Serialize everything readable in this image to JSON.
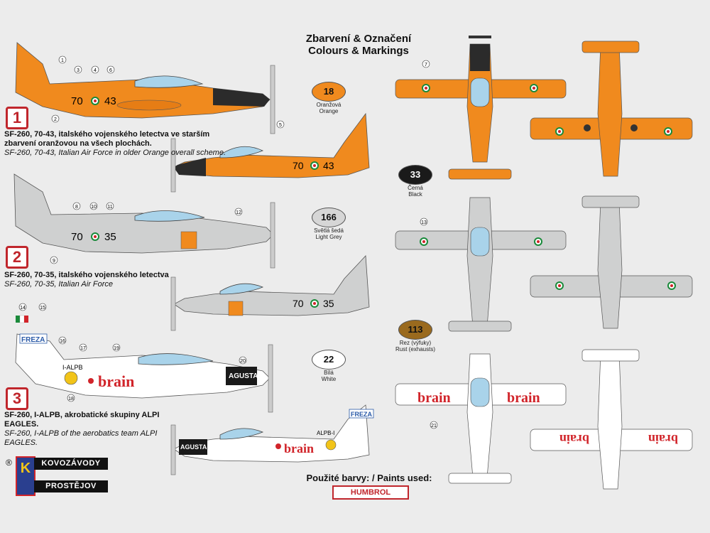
{
  "title": {
    "line1": "Zbarvení & Označení",
    "line2": "Colours & Markings"
  },
  "schemes": [
    {
      "num": "1",
      "cz": "SF-260, 70-43, italského vojenského letectva ve starším zbarvení oranžovou na všech plochách.",
      "en": "SF-260, 70-43, Italian Air Force in older Orange overall scheme.",
      "code_left": "70",
      "code_right": "43"
    },
    {
      "num": "2",
      "cz": "SF-260, 70-35, italského vojenského letectva",
      "en": "SF-260, 70-35, Italian Air Force",
      "code_left": "70",
      "code_right": "35"
    },
    {
      "num": "3",
      "cz": "SF-260, I-ALPB, akrobatické skupiny ALPI EAGLES.",
      "en": "SF-260, I-ALPB of the aerobatics team ALPI EAGLES.",
      "reg": "I-ALPB",
      "reg_mirror": "ALPB-I",
      "brain": "brain",
      "agusta": "AGUSTA",
      "freza": "FREZA"
    }
  ],
  "paints": [
    {
      "code": "18",
      "cz": "Oranžová",
      "en": "Orange",
      "color": "#f08a1e",
      "text": "#111"
    },
    {
      "code": "33",
      "cz": "Černá",
      "en": "Black",
      "color": "#1a1a1a",
      "text": "#fff"
    },
    {
      "code": "166",
      "cz": "Světlá šedá",
      "en": "Light Grey",
      "color": "#d6d6d6",
      "text": "#111"
    },
    {
      "code": "113",
      "cz": "Rez (výfuky)",
      "en": "Rust (exhausts)",
      "color": "#9a6a1e",
      "text": "#111"
    },
    {
      "code": "22",
      "cz": "Bílá",
      "en": "White",
      "color": "#ffffff",
      "text": "#111"
    }
  ],
  "callouts": [
    "1",
    "2",
    "3",
    "4",
    "5",
    "6",
    "7",
    "8",
    "9",
    "10",
    "11",
    "12",
    "13",
    "14",
    "15",
    "16",
    "17",
    "18",
    "19",
    "20",
    "21"
  ],
  "footer": {
    "paints_used": "Použité barvy: / Paints used:",
    "humbrol": "HUMBROL",
    "brand_top": "KOVOZÁVODY",
    "brand_bottom": "PROSTĚJOV",
    "brand_letter": "K",
    "reg_mark": "®"
  },
  "colors": {
    "orange": "#f08a1e",
    "grey": "#cfd0d0",
    "white": "#ffffff",
    "red": "#d1242a",
    "canopy": "#a9d3ea",
    "black": "#222222"
  }
}
